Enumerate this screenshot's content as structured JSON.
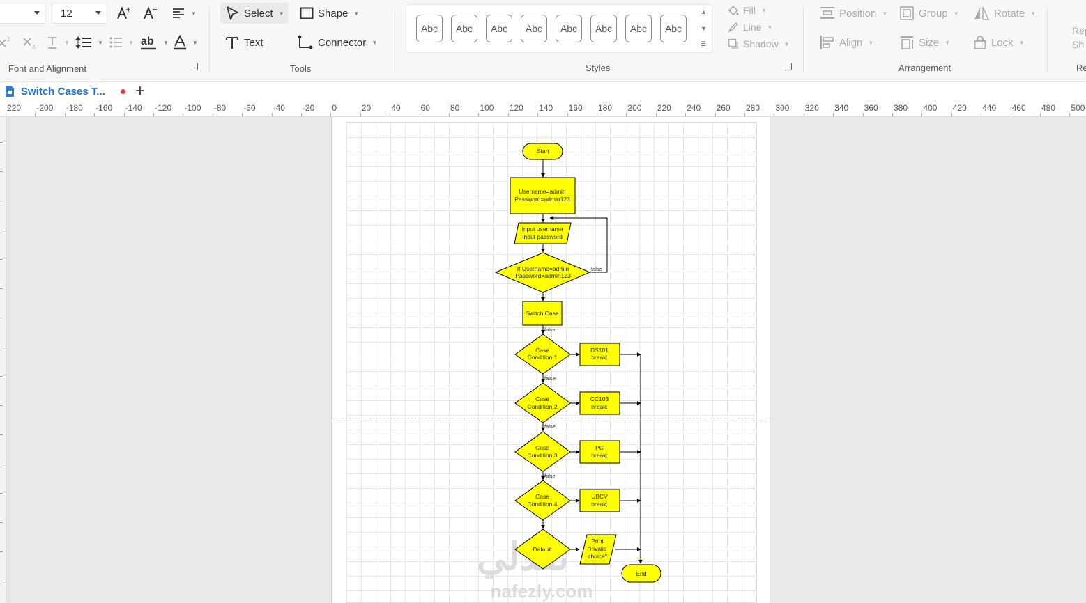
{
  "ribbon": {
    "font": {
      "size": "12",
      "label": "Font and Alignment"
    },
    "tools": {
      "select": "Select",
      "shape": "Shape",
      "text": "Text",
      "connector": "Connector",
      "label": "Tools"
    },
    "styles": {
      "swatches": [
        "Abc",
        "Abc",
        "Abc",
        "Abc",
        "Abc",
        "Abc",
        "Abc",
        "Abc"
      ],
      "label": "Styles"
    },
    "format": {
      "fill": "Fill",
      "line": "Line",
      "shadow": "Shadow"
    },
    "arrangement": {
      "position": "Position",
      "group": "Group",
      "rotate": "Rotate",
      "align": "Align",
      "size": "Size",
      "lock": "Lock",
      "label": "Arrangement"
    },
    "cut_group": {
      "line1": "Rep",
      "line2": "Sh",
      "label": "Re"
    }
  },
  "tabs": {
    "doc_title": "Switch Cases T...",
    "add_label": "+"
  },
  "ruler": {
    "ticks": [
      "220",
      "-200",
      "-180",
      "-160",
      "-140",
      "-120",
      "-100",
      "-80",
      "-60",
      "-40",
      "-20",
      "0",
      "20",
      "40",
      "60",
      "80",
      "100",
      "120",
      "140",
      "160",
      "180",
      "200",
      "220",
      "240",
      "260",
      "280",
      "300",
      "320",
      "340",
      "360",
      "380",
      "400",
      "420",
      "440",
      "460",
      "480",
      "500"
    ]
  },
  "flowchart": {
    "start": "Start",
    "init": [
      "Username=admin",
      "Password=admin123"
    ],
    "input": [
      "Input username",
      "Input password"
    ],
    "check": [
      "If Username=admin",
      "Password=admin123"
    ],
    "switch": "Switch Case",
    "false_label": "false",
    "cases": [
      {
        "cond": [
          "Case",
          "Condition 1"
        ],
        "action": [
          "DS101",
          "break;"
        ]
      },
      {
        "cond": [
          "Case",
          "Condition 2"
        ],
        "action": [
          "CC103",
          "break;"
        ]
      },
      {
        "cond": [
          "Case",
          "Condition 3"
        ],
        "action": [
          "PC",
          "break;"
        ]
      },
      {
        "cond": [
          "Case",
          "Condition 4"
        ],
        "action": [
          "UBCV",
          "break;"
        ]
      }
    ],
    "default": "Default",
    "default_action": [
      "Print",
      "\"invalid",
      "choice\""
    ],
    "end": "End"
  },
  "watermark": {
    "arabic": "نفذلي",
    "latin": "nafezly.com"
  },
  "colors": {
    "shape_fill": "#FFFF00",
    "shape_stroke": "#000000",
    "tab_title": "#1D73D6",
    "unsaved_dot": "#E53B3B"
  }
}
